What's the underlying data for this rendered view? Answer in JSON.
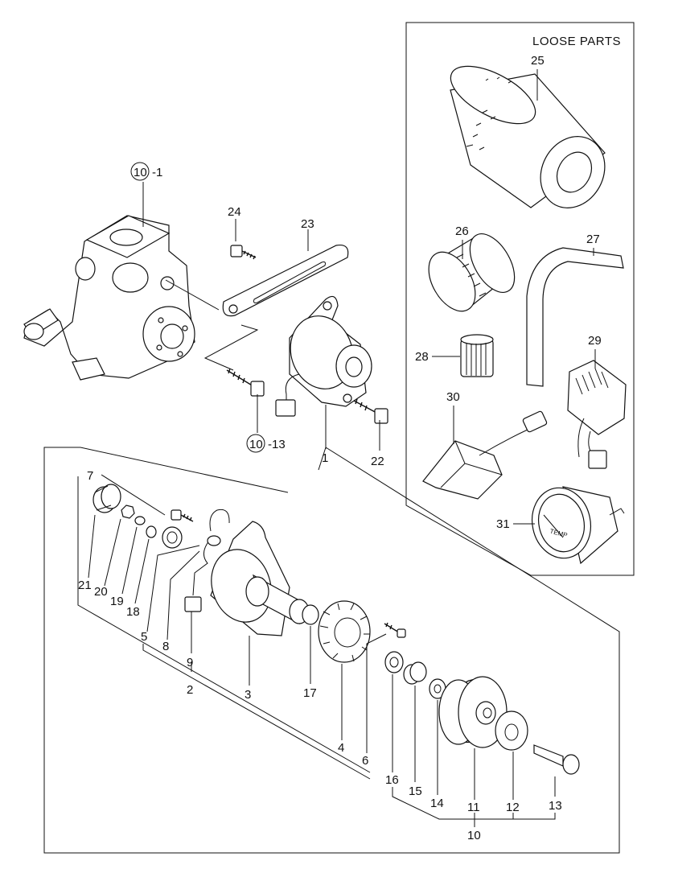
{
  "loose_parts_title": "LOOSE PARTS",
  "callouts": {
    "c_10_1": {
      "circled": "10",
      "suffix": "-1"
    },
    "c_10_13": {
      "circled": "10",
      "suffix": "-13"
    }
  },
  "labels": {
    "p1": "1",
    "p2": "2",
    "p3": "3",
    "p4": "4",
    "p5": "5",
    "p6": "6",
    "p7": "7",
    "p8": "8",
    "p9": "9",
    "p10": "10",
    "p11": "11",
    "p12": "12",
    "p13": "13",
    "p14": "14",
    "p15": "15",
    "p16": "16",
    "p17": "17",
    "p18": "18",
    "p19": "19",
    "p20": "20",
    "p21": "21",
    "p22": "22",
    "p23": "23",
    "p24": "24",
    "p25": "25",
    "p26": "26",
    "p27": "27",
    "p28": "28",
    "p29": "29",
    "p30": "30",
    "p31": "31"
  },
  "gauge_text": "TEMP"
}
